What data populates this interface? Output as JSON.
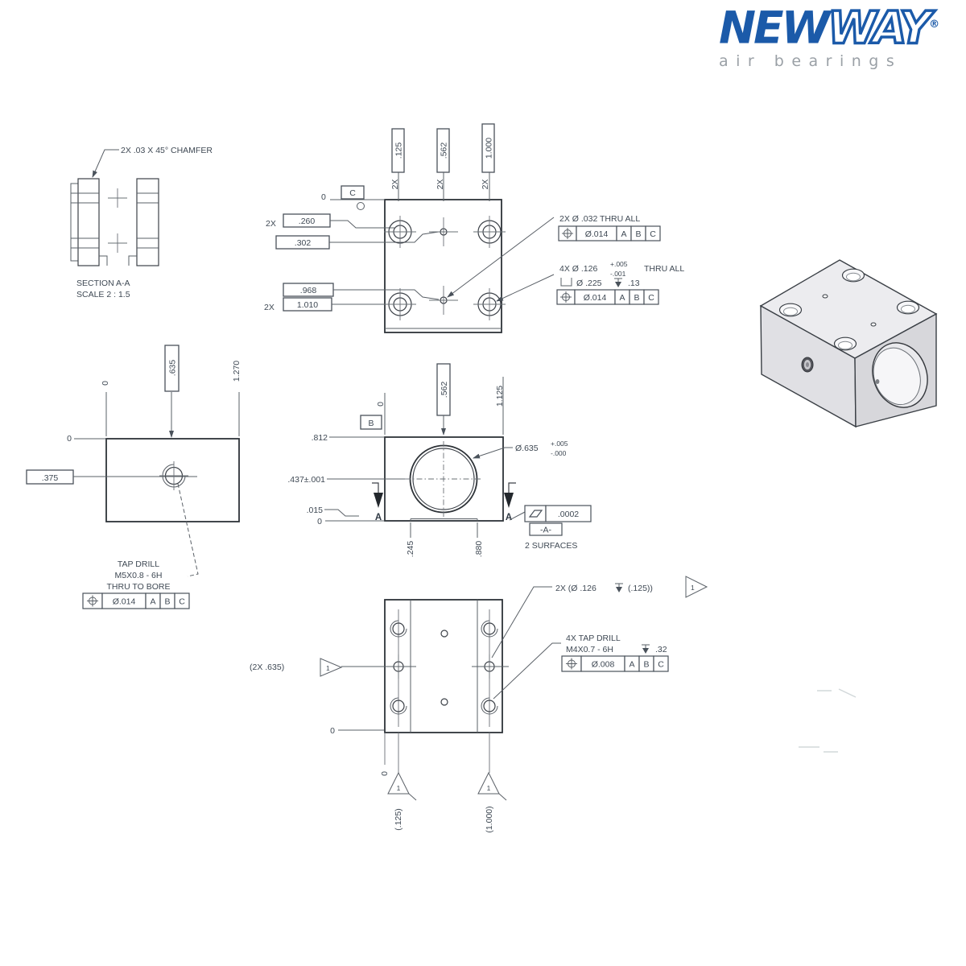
{
  "colors": {
    "logo_blue": "#1b5aa9",
    "tagline_gray": "#9aa0a6",
    "line_dark": "#2e3338",
    "text_gray": "#3f4954"
  },
  "logo": {
    "word_solid": "NEW",
    "word_outline": "WAY",
    "registered": "®",
    "tagline": "air bearings"
  },
  "section_view": {
    "chamfer_note": "2X .03 X 45° CHAMFER",
    "title": "SECTION A-A",
    "scale": "SCALE 2 : 1.5"
  },
  "top_view": {
    "origin_label": "0",
    "datum_c": "C",
    "col_dims": [
      {
        "qty": "2X",
        "value": ".125"
      },
      {
        "qty": "2X",
        "value": ".562"
      },
      {
        "qty": "2X",
        "value": "1.000"
      }
    ],
    "row_dims": [
      {
        "qty": "2X",
        "value": ".260"
      },
      {
        "qty": "",
        "value": ".302"
      },
      {
        "qty": "",
        "value": ".968"
      },
      {
        "qty": "2X",
        "value": "1.010"
      }
    ],
    "thru_note": {
      "text": "2X Ø .032 THRU ALL",
      "fcf": {
        "tol": "Ø.014",
        "datums": [
          "A",
          "B",
          "C"
        ]
      }
    },
    "hole_note": {
      "text": "4X Ø .126",
      "tol_plus": "+.005",
      "tol_minus": "-.001",
      "suffix": "THRU ALL",
      "cbore_dia": "Ø .225",
      "cbore_depth": ".13",
      "fcf": {
        "tol": "Ø.014",
        "datums": [
          "A",
          "B",
          "C"
        ]
      }
    }
  },
  "front_view": {
    "origin_rot": "0",
    "datum_b": "B",
    "center_x": ".562",
    "width_ref": "1.125",
    "height": ".812",
    "bore_y": ".437±.001",
    "step": ".015",
    "origin_bottom": "0",
    "recess_left": ".245",
    "recess_right": ".880",
    "bore_note": {
      "dia": "Ø.635",
      "tol_plus": "+.005",
      "tol_minus": "-.000"
    },
    "section_label_left": "A",
    "section_label_right": "A",
    "flatness": {
      "tol": ".0002",
      "datum": "-A-",
      "note": "2 SURFACES"
    }
  },
  "left_view": {
    "origin_top": "0",
    "origin_left": "0",
    "center_x": ".635",
    "width_ref": "1.270",
    "hole_y": ".375",
    "tap_note": {
      "line1": "TAP DRILL",
      "line2": "M5X0.8 - 6H",
      "line3": "THRU TO BORE"
    },
    "fcf": {
      "tol": "Ø.014",
      "datums": [
        "A",
        "B",
        "C"
      ]
    }
  },
  "bottom_view": {
    "side_dim": "(2X .635)",
    "side_flag": "1",
    "origin_bottom": "0",
    "origin_rot": "0",
    "col_ref_left": "(.125)",
    "col_ref_right": "(1.000)",
    "flag_left": "1",
    "flag_right": "1",
    "hole_note": {
      "prefix": "2X (Ø .126",
      "depth": "(.125))",
      "flag": "1"
    },
    "tap_note": {
      "line1": "4X TAP DRILL",
      "line2": "M4X0.7 - 6H",
      "depth": ".32",
      "fcf": {
        "tol": "Ø.008",
        "datums": [
          "A",
          "B",
          "C"
        ]
      }
    }
  }
}
